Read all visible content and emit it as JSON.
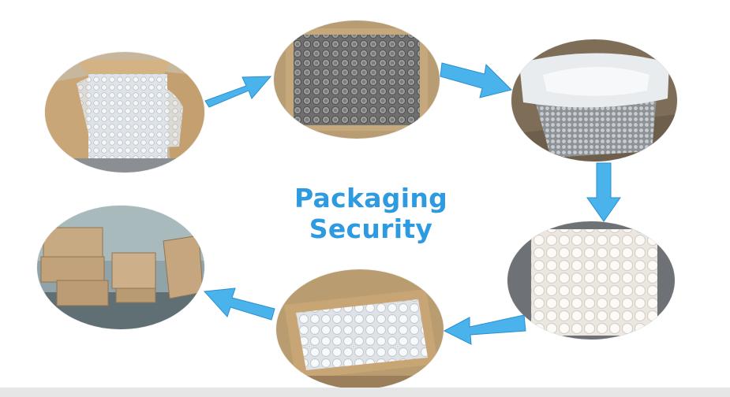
{
  "title": "Packaging Security",
  "colors": {
    "title": "#2e9ae0",
    "arrow": "#4ab3ec",
    "arrow_edge": "#2a8fd0",
    "background": "#ffffff"
  },
  "photos": [
    "open-carton-with-bubble-wrap-photo",
    "tray-of-lids-in-carton-photo",
    "foam-and-bubble-liner-photo",
    "bubble-wrapped-items-photo",
    "carton-filled-with-bubble-wrap-photo",
    "stacked-shipping-cartons-photo"
  ],
  "arrows": [
    "arrow-right",
    "arrow-down-right",
    "arrow-down",
    "arrow-left",
    "arrow-left"
  ]
}
